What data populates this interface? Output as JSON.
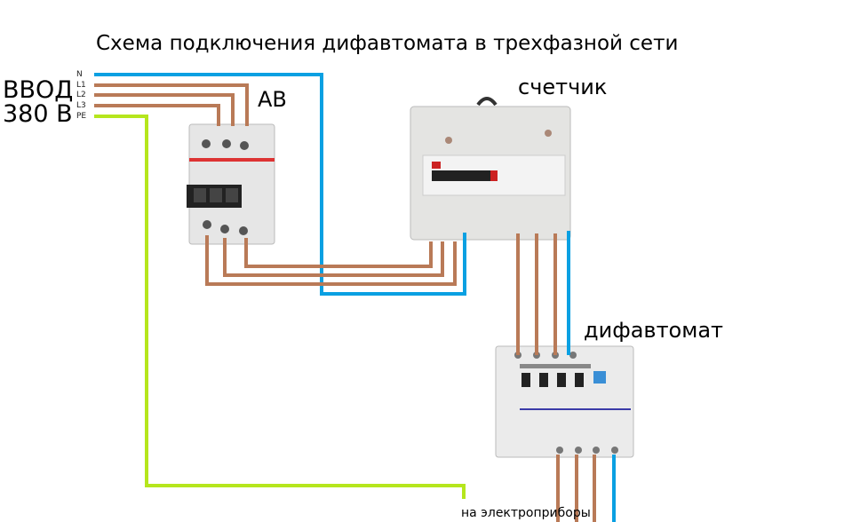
{
  "title": "Схема подключения дифавтомата в трехфазной сети",
  "input": {
    "line1": "ВВОД",
    "line2": "380 В",
    "wires": [
      "N",
      "L1",
      "L2",
      "L3",
      "PE"
    ]
  },
  "labels": {
    "breaker": "АВ",
    "meter": "счетчик",
    "rcbo": "дифавтомат",
    "output": "на электроприборы"
  },
  "colors": {
    "neutral": "#0aa0e2",
    "phase": "#b97a57",
    "pe": "#b5e61d"
  }
}
